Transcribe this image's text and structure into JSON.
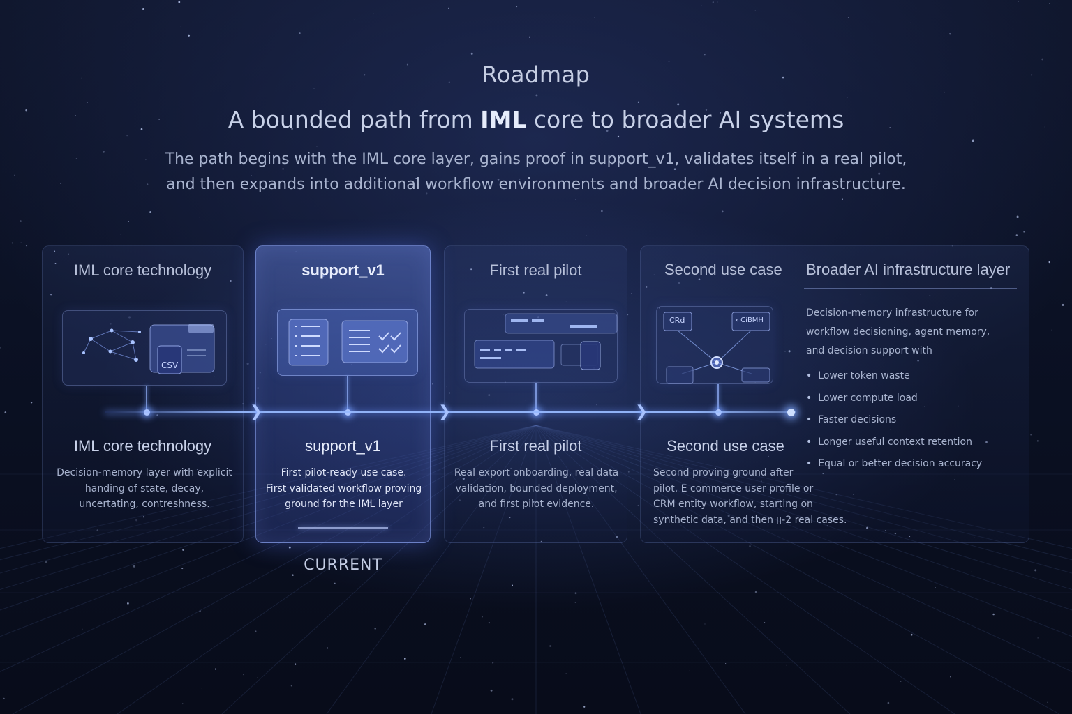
{
  "header": {
    "eyebrow": "Roadmap",
    "headline_pre": "A bounded path from ",
    "headline_bold": "IML",
    "headline_post": " core to broader AI systems",
    "subtitle_line1": "The path begins with the IML core layer, gains proof in support_v1, validates itself in a real pilot,",
    "subtitle_line2": "and then expands into additional workflow environments and broader AI decision infrastructure."
  },
  "stages": [
    {
      "title": "IML core technology",
      "subtitle": "IML core technology",
      "icon": "network-document-icon",
      "tile_text": "CSV",
      "description": [
        "Decision-memory layer with explicit",
        "handing of state, decay,",
        "uncertating, contreshness."
      ]
    },
    {
      "title": "support_v1",
      "subtitle": "support_v1",
      "icon": "checklist-icon",
      "description": [
        "First pilot-ready use case.",
        "First validated workflow proving",
        "ground for the IML layer"
      ],
      "current": true
    },
    {
      "title": "First real pilot",
      "subtitle": "First real pilot",
      "icon": "dashboard-devices-icon",
      "description": [
        "Real export onboarding, real data",
        "validation, bounded deployment,",
        "and first pilot evidence."
      ]
    },
    {
      "title": "Second use case",
      "subtitle": "Second use case",
      "icon": "hub-network-icon",
      "tile_labels": [
        "CRd",
        "‹ CiBMH"
      ],
      "description": [
        "Second proving ground after",
        "pilot. E commerce user profile or",
        "CRM entity workflow, starting on",
        "synthetic data, and then ▯-2 real cases."
      ]
    }
  ],
  "broader": {
    "title": "Broader AI infrastructure layer",
    "description": [
      "Decision-memory infrastructure for",
      "workflow decisioning, agent memory,",
      "and decision support with"
    ],
    "bullets": [
      "Lower token waste",
      "Lower compute load",
      "Faster decisions",
      "Longer useful context retention",
      "Equal or better decision accuracy"
    ]
  },
  "current_label": "CURRENT",
  "colors": {
    "background": "#0b1124",
    "accent": "#8fb0ff",
    "current_panel": "#4a63b8",
    "text": "#c9d3ea"
  }
}
